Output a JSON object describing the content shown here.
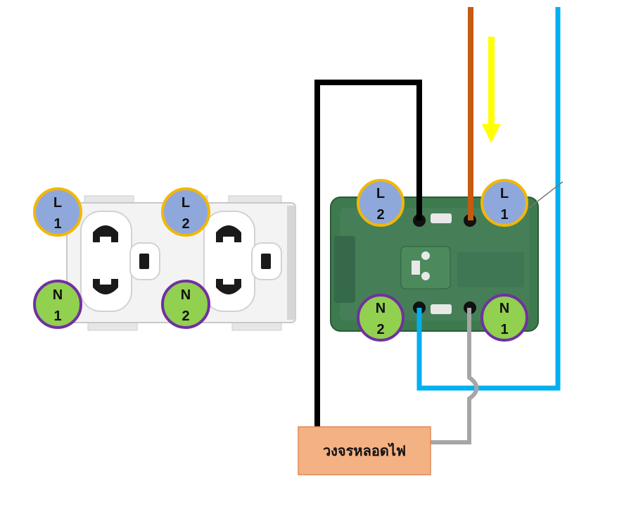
{
  "outlet_labels": {
    "L1": {
      "line1": "L",
      "line2": "1"
    },
    "L2": {
      "line1": "L",
      "line2": "2"
    },
    "N1": {
      "line1": "N",
      "line2": "1"
    },
    "N2": {
      "line1": "N",
      "line2": "2"
    }
  },
  "back_labels": {
    "L2": {
      "line1": "L",
      "line2": "2"
    },
    "L1": {
      "line1": "L",
      "line2": "1"
    },
    "N2": {
      "line1": "N",
      "line2": "2"
    },
    "N1": {
      "line1": "N",
      "line2": "1"
    }
  },
  "lamp_box": {
    "label": "วงจรหลอดไฟ"
  },
  "colors": {
    "l_circle_fill": "#8FA8DC",
    "l_circle_ring": "#F2B705",
    "n_circle_fill": "#92D050",
    "n_circle_ring": "#7030A0",
    "wire_black": "#000000",
    "wire_brown": "#C55A11",
    "wire_blue": "#00B0F0",
    "wire_gray": "#A6A6A6",
    "arrow_yellow": "#FFFF00",
    "lamp_box_fill": "#F4B183",
    "socket_body_green": "#3D7A4E"
  }
}
